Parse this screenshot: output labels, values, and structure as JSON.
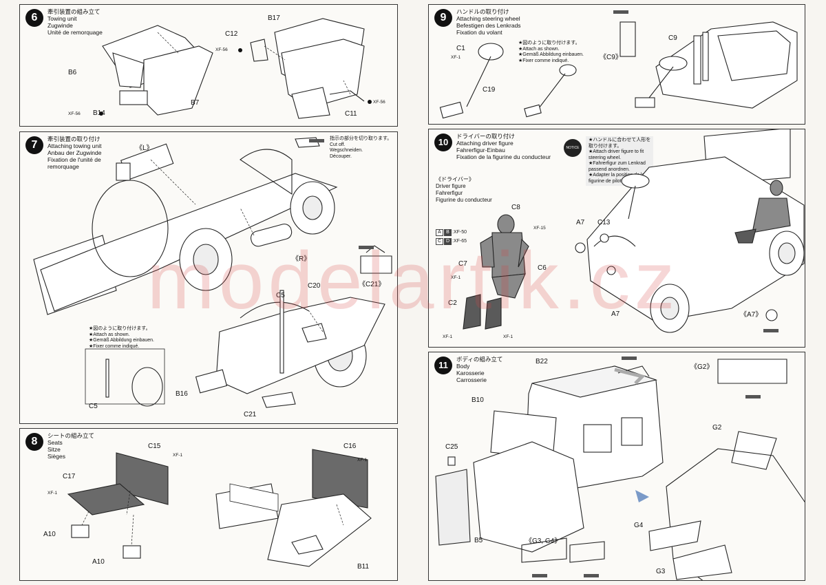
{
  "watermark": "modelartik.cz",
  "steps": {
    "s6": {
      "num": "6",
      "title_ja": "牽引装置の組み立て",
      "title_en": "Towing unit",
      "title_de": "Zugwinde",
      "title_fr": "Unité de remorquage",
      "labels": {
        "b6": "B6",
        "b7": "B7",
        "b14": "B14",
        "b17": "B17",
        "c12": "C12",
        "c11": "C11"
      },
      "paint": {
        "xf56_a": "XF-56",
        "xf56_b": "XF-56",
        "xf56_c": "XF-56"
      }
    },
    "s7": {
      "num": "7",
      "title_ja": "牽引装置の取り付け",
      "title_en": "Attaching towing unit",
      "title_de": "Anbau der Zugwinde",
      "title_fr": "Fixation de l'unité de",
      "title_fr2": "remorquage",
      "cut_note": [
        "指示の部分を切り取ります。",
        "Cut off.",
        "Wegschneiden.",
        "Découper."
      ],
      "labels": {
        "l": "《L》",
        "r": "《R》",
        "c21_ref": "《C21》",
        "c5": "C5",
        "c20": "C20",
        "b16": "B16",
        "c21": "C21",
        "c5b": "C5"
      },
      "attach_note": [
        "★図のように取り付けます。",
        "★Attach as shown.",
        "★Gemäß Abbildung einbauen.",
        "★Fixer comme indiqué."
      ]
    },
    "s8": {
      "num": "8",
      "title_ja": "シートの組み立て",
      "title_en": "Seats",
      "title_de": "Sitze",
      "title_fr": "Sièges",
      "labels": {
        "c15": "C15",
        "c17": "C17",
        "c16": "C16",
        "a10a": "A10",
        "a10b": "A10",
        "b11": "B11"
      },
      "paint": {
        "xf1_a": "XF-1",
        "xf1_b": "XF-1",
        "xf1_c": "XF-1"
      }
    },
    "s9": {
      "num": "9",
      "title_ja": "ハンドルの取り付け",
      "title_en": "Attaching steering wheel",
      "title_de": "Befestigen des Lenkrads",
      "title_fr": "Fixation du volant",
      "labels": {
        "c1": "C1",
        "c19": "C19",
        "c9_ref": "《C9》",
        "c9": "C9"
      },
      "paint": {
        "xf1": "XF-1"
      },
      "note": [
        "★図のように取り付けます。",
        "★Attach as shown.",
        "★Gemäß Abbildung einbauen.",
        "★Fixer comme indiqué."
      ]
    },
    "s10": {
      "num": "10",
      "title_ja": "ドライバーの取り付け",
      "title_en": "Attaching driver figure",
      "title_de": "Fahrerfigur-Einbau",
      "title_fr": "Fixation de la figurine du conducteur",
      "figure_ja": "《ドライバー》",
      "figure_en": "Driver figure",
      "figure_de": "Fahrerfigur",
      "figure_fr": "Figurine du conducteur",
      "notice_badge": "NOTICE",
      "notice_title": "注意",
      "notice": [
        "★ハンドルに合わせて人形を",
        "取り付けます。",
        "★Attach driver figure to fit",
        "steering wheel.",
        "★Fahrerfigur zum Lenkrad",
        "passend anordnen.",
        "★Adapter la position de la",
        "figurine de pilote au volant."
      ],
      "labels": {
        "c8": "C8",
        "c7": "C7",
        "c2": "C2",
        "c6": "C6",
        "a7a": "A7",
        "c13": "C13",
        "a7b": "A7",
        "a7_ref": "《A7》"
      },
      "paint": {
        "xf50": "XF-50",
        "xf65": "XF-65",
        "xf15": "XF-15",
        "xf1": "XF-1",
        "xf1b": "XF-1",
        "xf1c": "XF-1"
      },
      "box": {
        "a": "A",
        "b": "B",
        "c": "C",
        "d": "D"
      }
    },
    "s11": {
      "num": "11",
      "title_ja": "ボディの組み立て",
      "title_en": "Body",
      "title_de": "Karosserie",
      "title_fr": "Carrosserie",
      "labels": {
        "b22": "B22",
        "b10": "B10",
        "c25": "C25",
        "b5": "B5",
        "g2_ref": "《G2》",
        "g2": "G2",
        "g4": "G4",
        "g3": "G3",
        "g34_ref": "《G3, G4》"
      }
    }
  }
}
